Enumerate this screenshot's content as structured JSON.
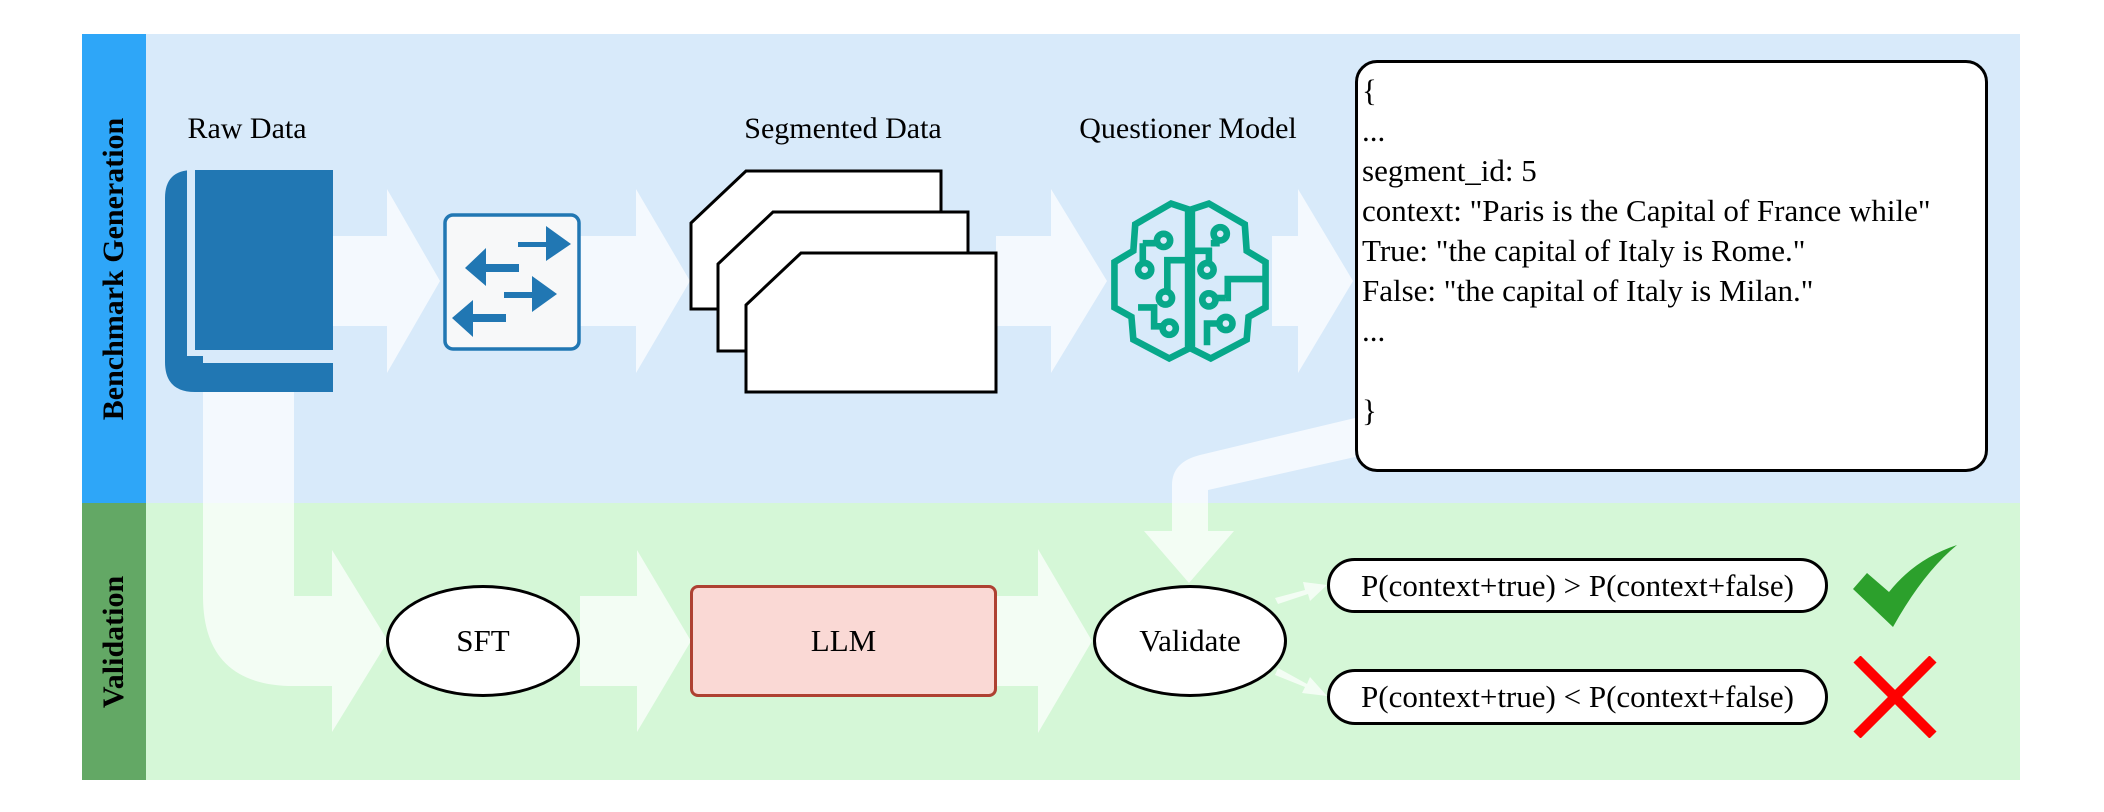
{
  "lanes": {
    "benchmark_generation": "Benchmark Generation",
    "validation": "Validation"
  },
  "stages": {
    "raw_data": "Raw Data",
    "segmented_data": "Segmented Data",
    "questioner_model": "Questioner Model"
  },
  "icons": {
    "raw_data": "book-icon",
    "segmenter": "switch-arrows-icon",
    "segmented_data": "stacked-documents-icon",
    "questioner_model": "circuit-brain-icon",
    "pass": "check-icon",
    "fail": "cross-icon"
  },
  "sample_output": {
    "lines": [
      "{",
      "...",
      "segment_id: 5",
      "context: \"Paris is the Capital of France while\"",
      "True: \"the capital of Italy is Rome.\"",
      "False: \"the capital of Italy is Milan.\"",
      "...",
      "",
      "}"
    ]
  },
  "validation": {
    "sft": "SFT",
    "llm": "LLM",
    "validate": "Validate",
    "pass_condition": "P(context+true) > P(context+false)",
    "fail_condition": "P(context+true) < P(context+false)"
  },
  "colors": {
    "lane_blue": "#2ea6f8",
    "lane_green": "#63a865",
    "band_blue": "#d8eafa",
    "band_green": "#d5f7d7",
    "icon_blue": "#2177b3",
    "brain_teal": "#07a88a",
    "llm_fill": "#fad9d5",
    "llm_border": "#ae4132",
    "check_green": "#2ca02c",
    "cross_red": "#ff0000"
  }
}
